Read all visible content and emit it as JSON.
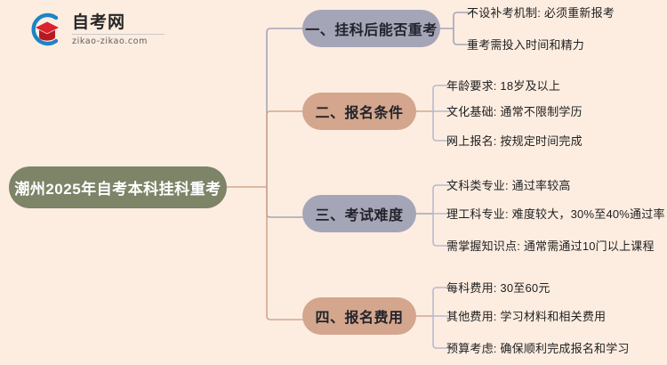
{
  "background_color": "#FDEDE1",
  "logo": {
    "name": "自考网",
    "domain": "zikao-zikao.com",
    "mark_icon": "graduation-cap-icon",
    "arc_color": "#1C84C6",
    "cap_color": "#D9232E"
  },
  "root": {
    "label": "潮州2025年自考本科挂科重考",
    "color": "#7D8468",
    "text_color": "#FFFFFF"
  },
  "colors": {
    "purple": "#A5A5B8",
    "salmon": "#D3A68D",
    "line_purple": "#A5A5B8",
    "line_salmon": "#D3A68D",
    "leaf_text": "#1F1F1F"
  },
  "branches": [
    {
      "id": "branch-1",
      "label": "一、挂科后能否重考",
      "color": "#A5A5B8",
      "style": "purple",
      "children": [
        "不设补考机制: 必须重新报考",
        "重考需投入时间和精力"
      ]
    },
    {
      "id": "branch-2",
      "label": "二、报名条件",
      "color": "#D3A68D",
      "style": "salmon",
      "children": [
        "年龄要求: 18岁及以上",
        "文化基础: 通常不限制学历",
        "网上报名: 按规定时间完成"
      ]
    },
    {
      "id": "branch-3",
      "label": "三、考试难度",
      "color": "#A5A5B8",
      "style": "purple",
      "children": [
        "文科类专业: 通过率较高",
        "理工科专业: 难度较大，30%至40%通过率",
        "需掌握知识点: 通常需通过10门以上课程"
      ]
    },
    {
      "id": "branch-4",
      "label": "四、报名费用",
      "color": "#D3A68D",
      "style": "salmon",
      "children": [
        "每科费用: 30至60元",
        "其他费用: 学习材料和相关费用",
        "预算考虑: 确保顺利完成报名和学习"
      ]
    }
  ]
}
